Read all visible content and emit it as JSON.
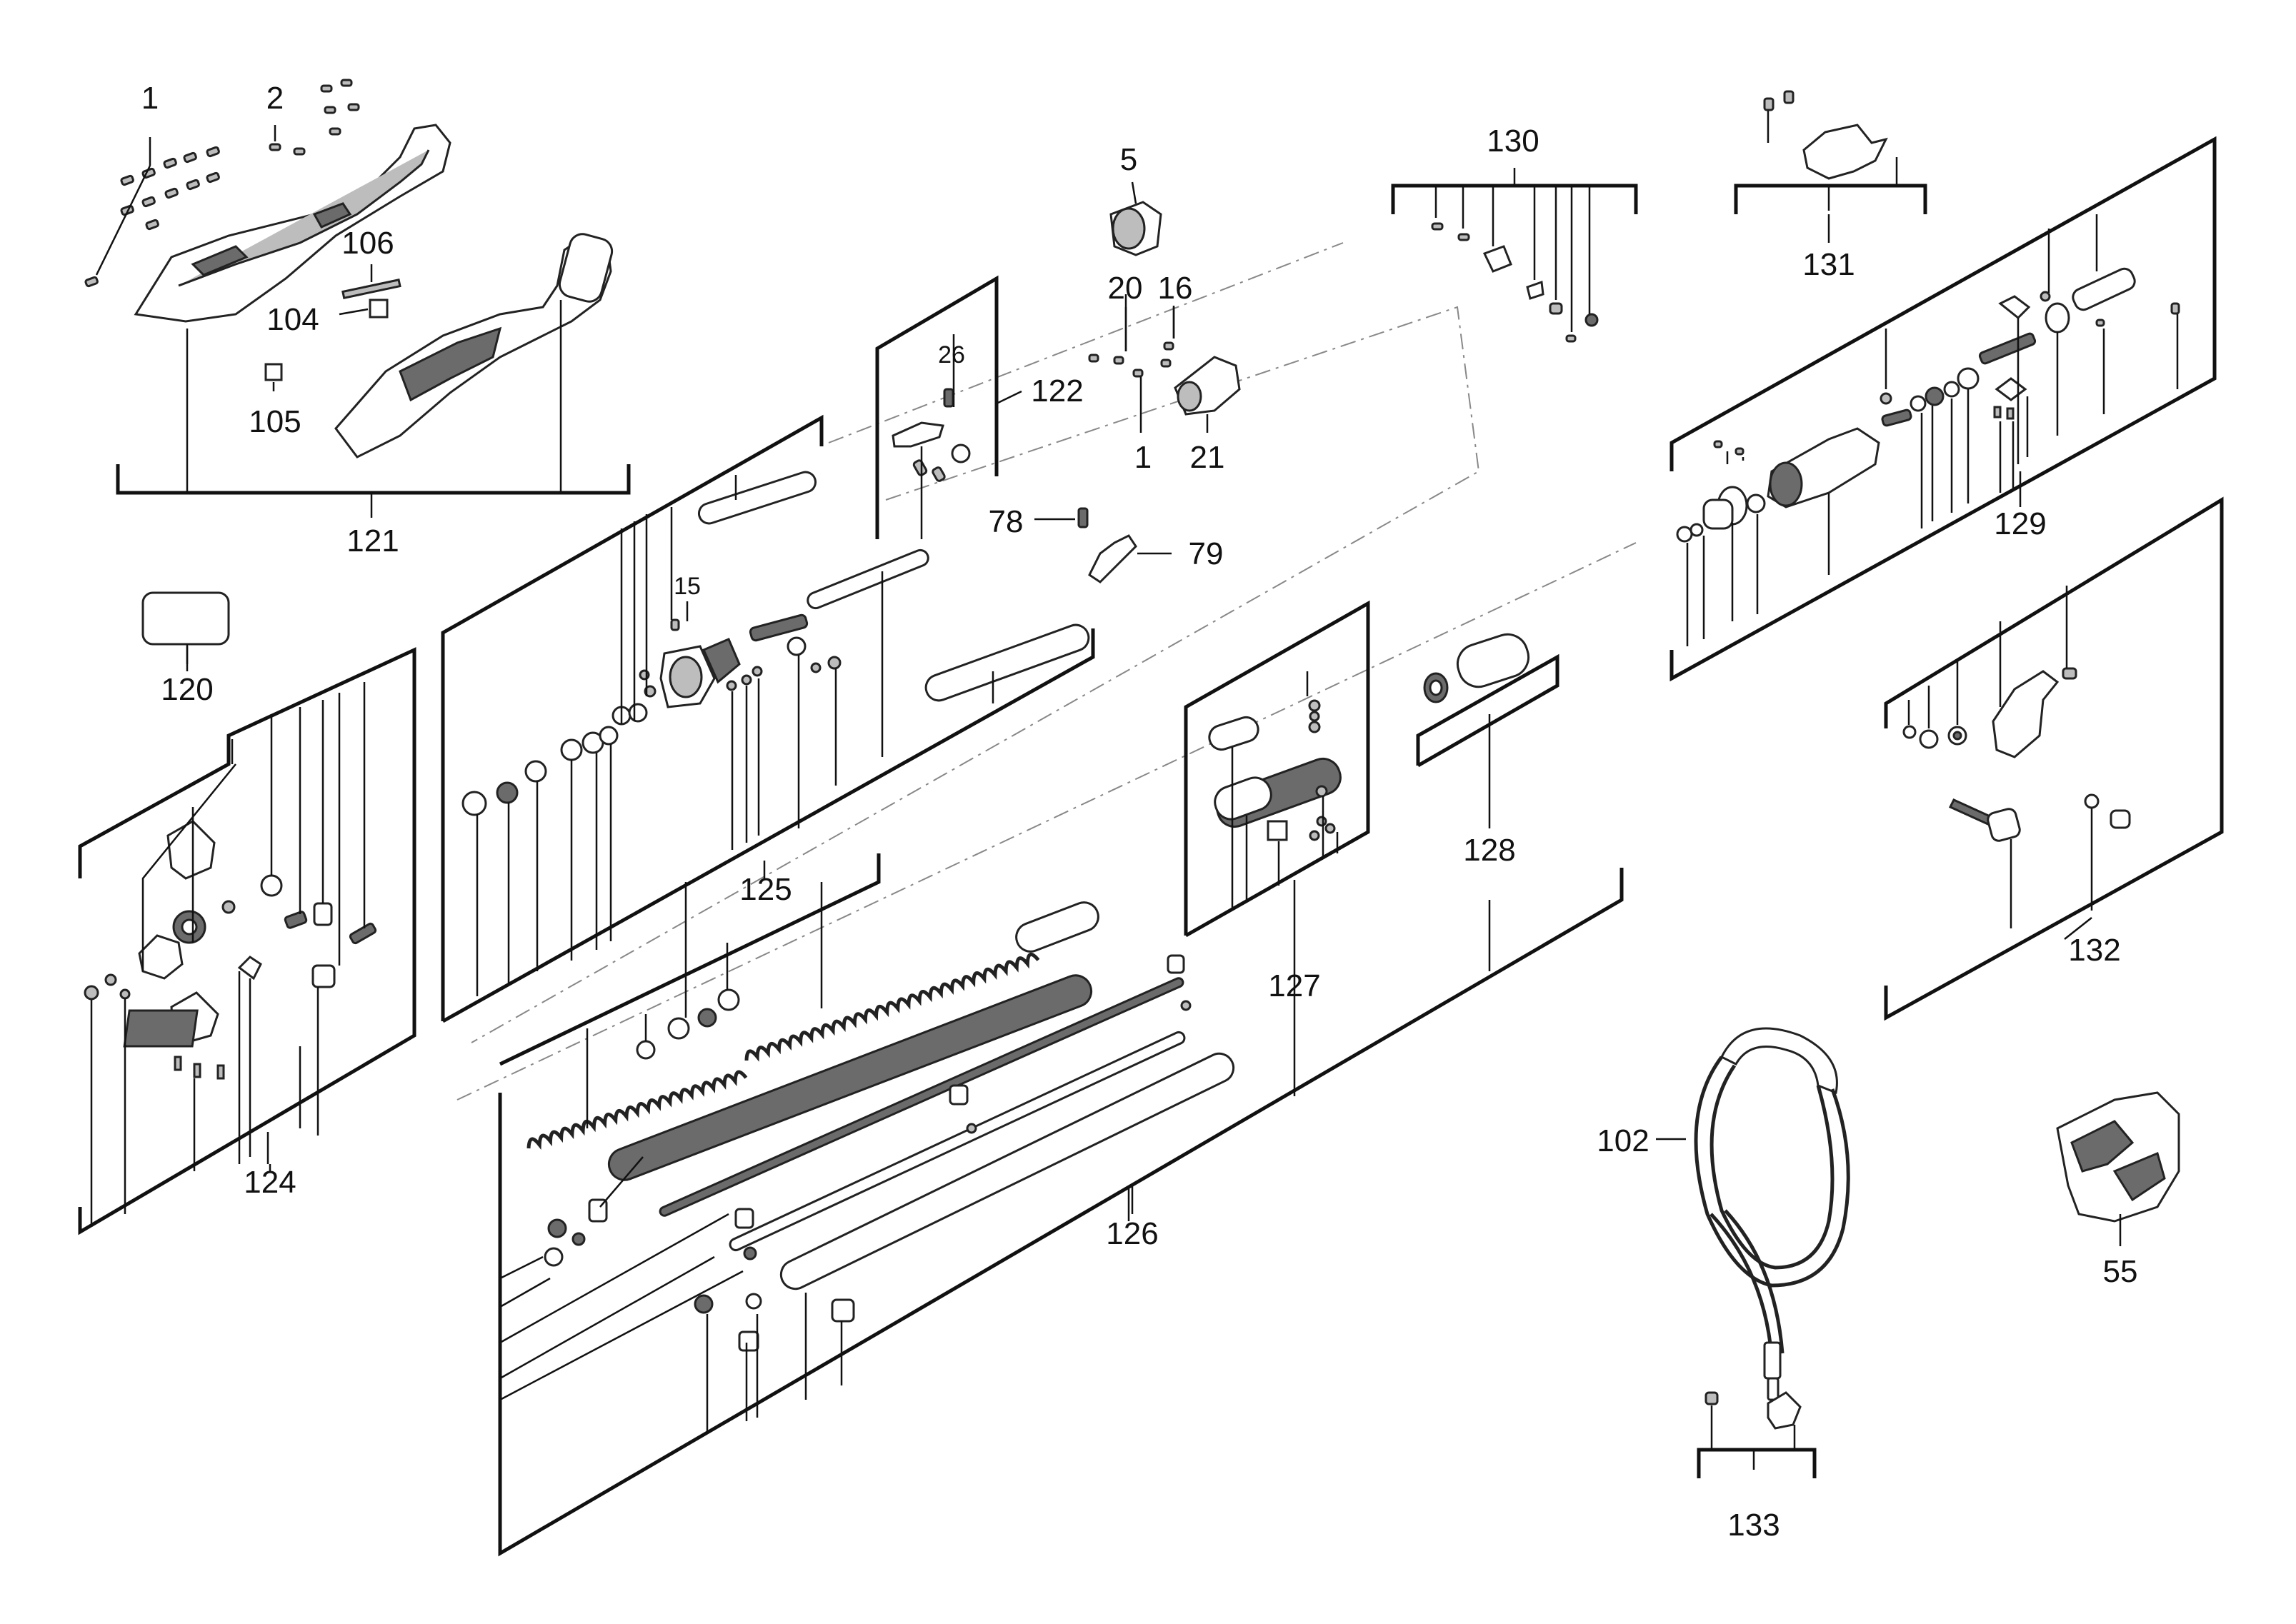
{
  "labels": {
    "l1": "1",
    "l2": "2",
    "l106": "106",
    "l104": "104",
    "l105": "105",
    "l121": "121",
    "l120": "120",
    "l5": "5",
    "l20": "20",
    "l16": "16",
    "l1b": "1",
    "l21": "21",
    "l26": "26",
    "l122": "122",
    "l78": "78",
    "l79": "79",
    "l15": "15",
    "l125": "125",
    "l124": "124",
    "l130": "130",
    "l131": "131",
    "l129": "129",
    "l128": "128",
    "l127": "127",
    "l126": "126",
    "l132": "132",
    "l102": "102",
    "l55": "55",
    "l133": "133"
  }
}
